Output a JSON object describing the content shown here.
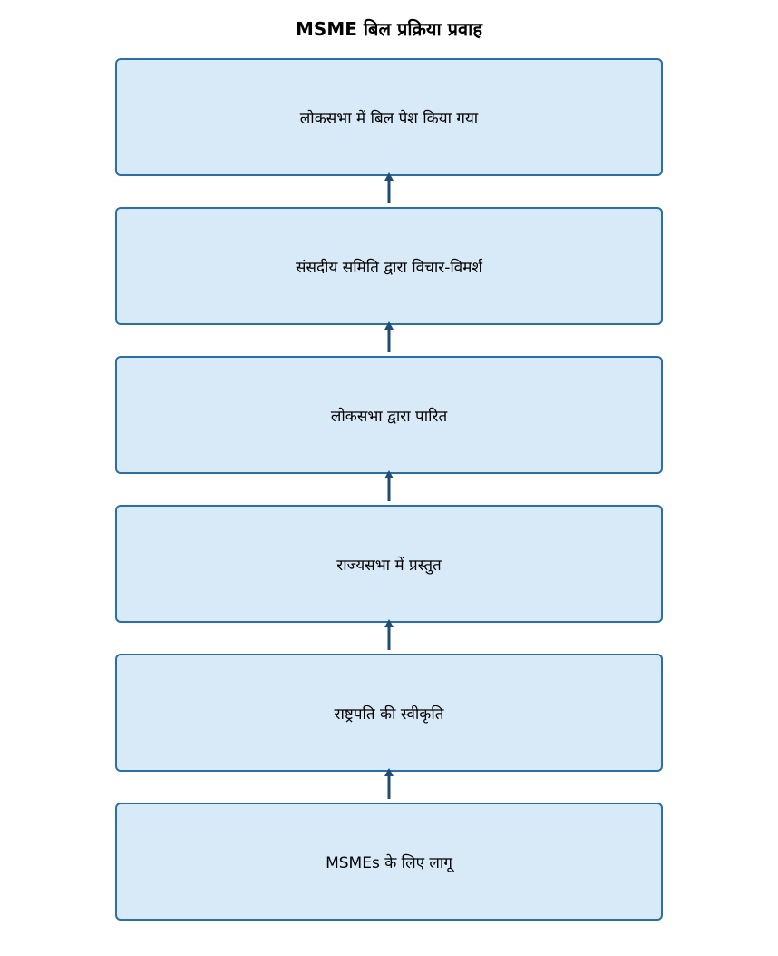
{
  "title": "MSME बिल प्रक्रिया प्रवाह",
  "colors": {
    "box_fill": "#d8e9f7",
    "box_border": "#2a6fa5",
    "arrow": "#1f4e74"
  },
  "steps": [
    {
      "label": "लोकसभा में बिल पेश किया गया"
    },
    {
      "label": "संसदीय समिति द्वारा विचार-विमर्श"
    },
    {
      "label": "लोकसभा द्वारा पारित"
    },
    {
      "label": "राज्यसभा में प्रस्तुत"
    },
    {
      "label": "राष्ट्रपति की स्वीकृति"
    },
    {
      "label": "MSMEs के लिए लागू"
    }
  ],
  "arrows": [
    {
      "from": 1,
      "to": 0,
      "direction": "up"
    },
    {
      "from": 2,
      "to": 1,
      "direction": "up"
    },
    {
      "from": 3,
      "to": 2,
      "direction": "up"
    },
    {
      "from": 4,
      "to": 3,
      "direction": "up"
    },
    {
      "from": 5,
      "to": 4,
      "direction": "up"
    }
  ]
}
